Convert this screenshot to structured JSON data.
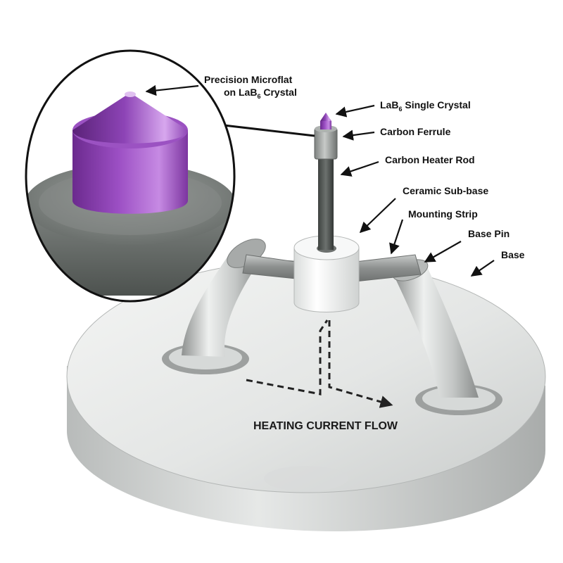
{
  "labels": {
    "precision_microflat_line1": "Precision Microflat",
    "precision_microflat_line2_prefix": "on LaB",
    "precision_microflat_line2_sub": "6",
    "precision_microflat_line2_suffix": " Crystal",
    "single_crystal_prefix": "LaB",
    "single_crystal_sub": "6",
    "single_crystal_suffix": " Single Crystal",
    "carbon_ferrule": "Carbon Ferrule",
    "carbon_heater_rod": "Carbon Heater Rod",
    "ceramic_sub_base": "Ceramic Sub-base",
    "mounting_strip": "Mounting Strip",
    "base_pin": "Base Pin",
    "base": "Base",
    "heating_current_flow": "HEATING CURRENT FLOW"
  },
  "colors": {
    "crystal": "#8a3fb0",
    "crystal_light": "#c58de0",
    "graphite": "#5f6461",
    "metal": "#c7cac8",
    "ceramic": "#f1f3f2"
  }
}
